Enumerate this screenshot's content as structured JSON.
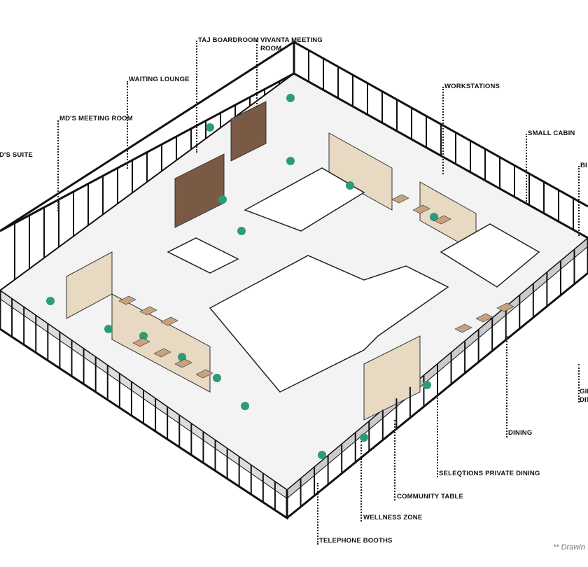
{
  "labels": {
    "ds_suite": "D'S SUITE",
    "mds_meeting_room": "MD'S MEETING ROOM",
    "waiting_lounge": "WAITING LOUNGE",
    "taj_boardroom": "TAJ BOARDROOM",
    "vivanta_line1": "VIVANTA MEETING",
    "vivanta_line2": "ROOM",
    "workstations": "WORKSTATIONS",
    "small_cabin": "SMALL CABIN",
    "bi_cut": "BI",
    "gin_cut": "GIN",
    "din_cut": "DIN",
    "dining": "DINING",
    "seleqtions": "SELEQTIONS PRIVATE DINING",
    "community_table": "COMMUNITY TABLE",
    "wellness_zone": "WELLNESS ZONE",
    "telephone_booths": "TELEPHONE BOOTHS"
  },
  "footnote": "** Drawin",
  "colors": {
    "wall": "#111111",
    "floor": "#f2f2f2",
    "partition": "#e8d9c2",
    "timber": "#7a5a44",
    "plant": "#2e9b78",
    "courtyard": "#ffffff"
  }
}
